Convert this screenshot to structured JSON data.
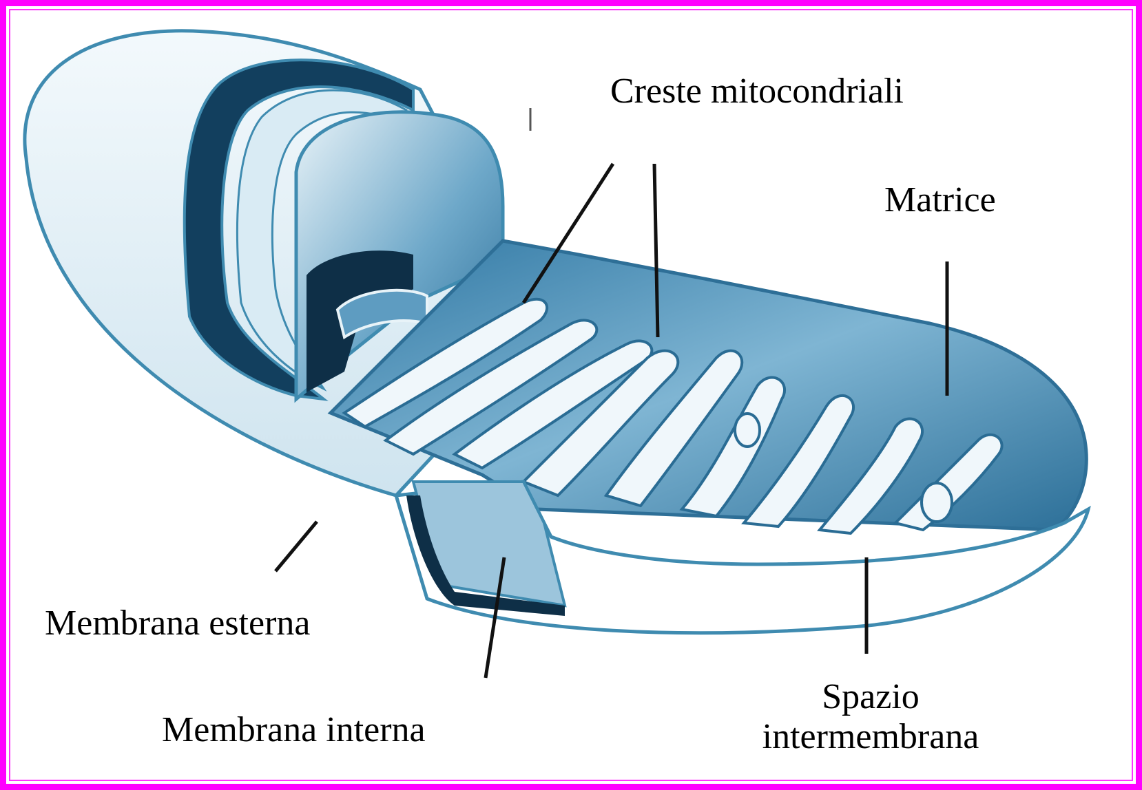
{
  "labels": {
    "creste": "Creste mitocondriali",
    "matrice": "Matrice",
    "membrana_esterna": "Membrana esterna",
    "membrana_interna": "Membrana interna",
    "spazio_line1": "Spazio",
    "spazio_line2": "intermembrana"
  },
  "colors": {
    "frame": "#ff00ff",
    "membrane_outline": "#3f8bb0",
    "membrane_fill": "#eef6fa",
    "matrix_blue": "#4f95bc",
    "deep_blue": "#1f5f86",
    "leader_line": "#111111"
  }
}
